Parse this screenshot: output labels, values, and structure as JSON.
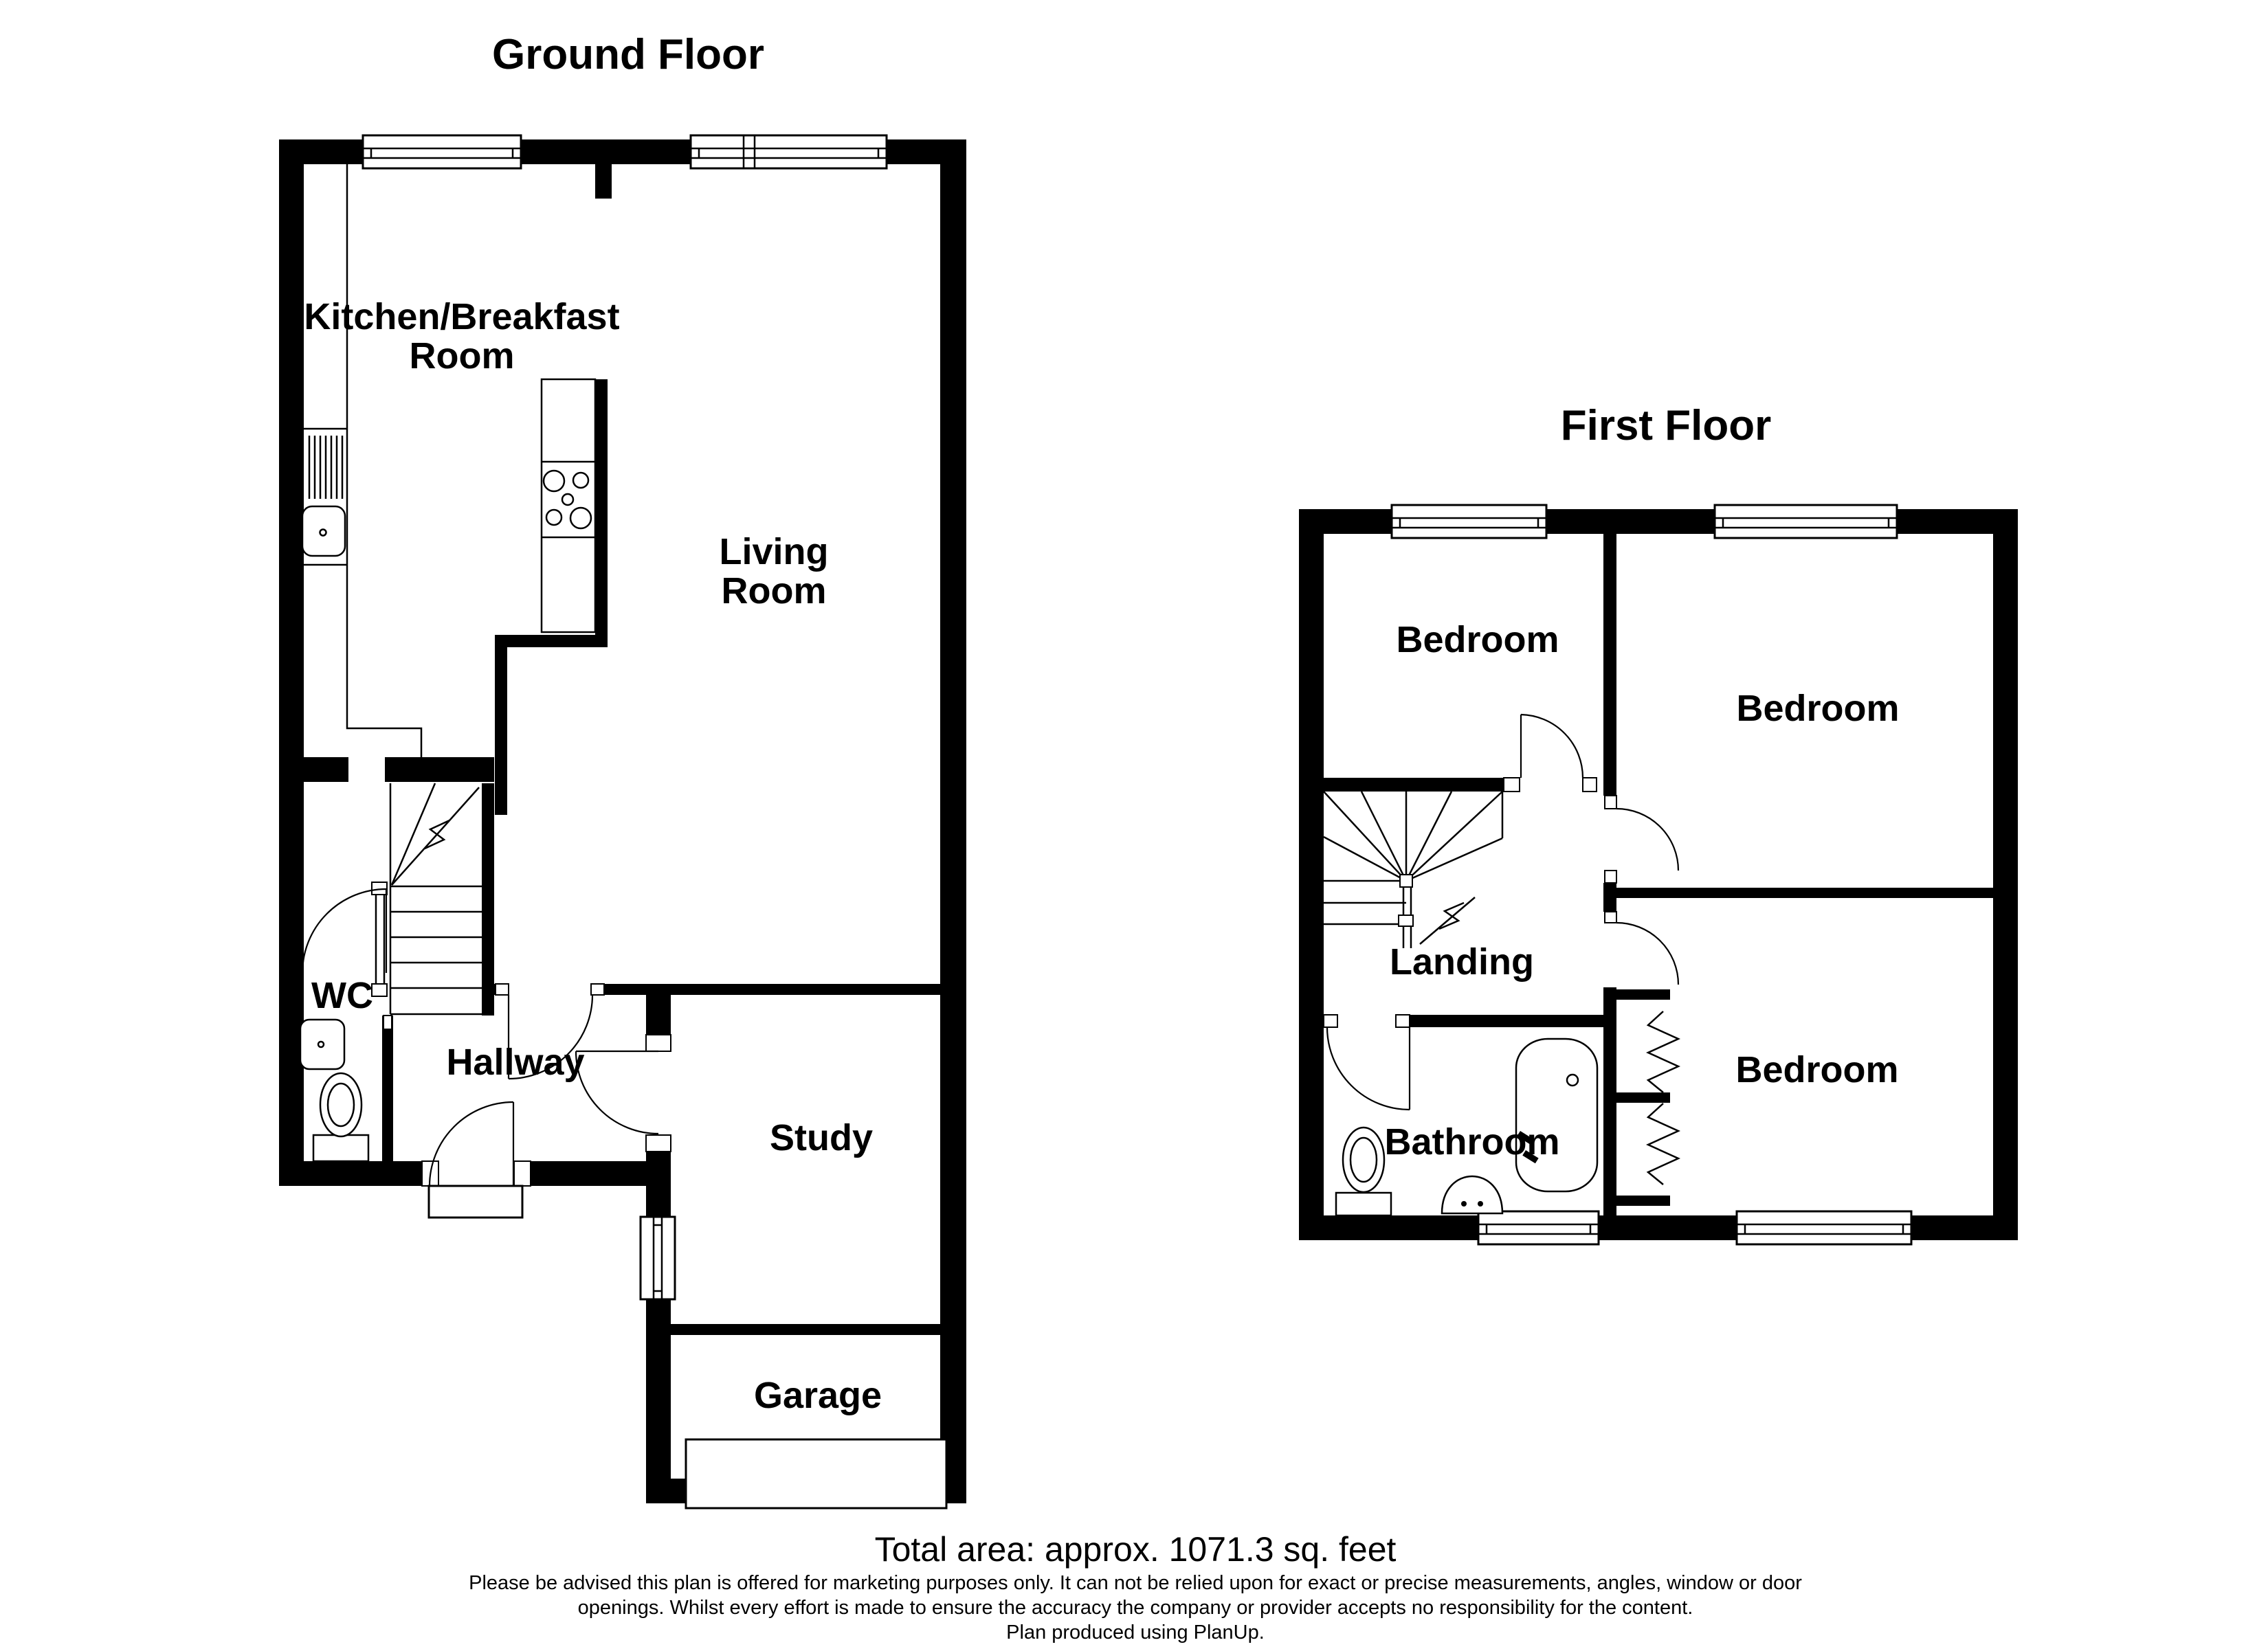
{
  "page": {
    "background": "#ffffff",
    "line_color": "#000000"
  },
  "ground_floor": {
    "title": "Ground Floor",
    "rooms": {
      "kitchen": {
        "line1": "Kitchen/Breakfast",
        "line2": "Room"
      },
      "living": {
        "line1": "Living",
        "line2": "Room"
      },
      "wc": "WC",
      "hallway": "Hallway",
      "study": "Study",
      "garage": "Garage"
    }
  },
  "first_floor": {
    "title": "First Floor",
    "rooms": {
      "bedroom1": "Bedroom",
      "bedroom2": "Bedroom",
      "bedroom3": "Bedroom",
      "landing": "Landing",
      "bathroom": "Bathroom"
    }
  },
  "footer": {
    "total_area": "Total area: approx. 1071.3 sq. feet",
    "disclaimer_line1": "Please be advised this plan is offered for marketing purposes only. It can not be relied upon for exact or precise measurements, angles, window or door",
    "disclaimer_line2": "openings. Whilst every effort is made to ensure the accuracy the company or provider accepts no responsibility for the content.",
    "disclaimer_line3": "Plan produced using PlanUp."
  }
}
